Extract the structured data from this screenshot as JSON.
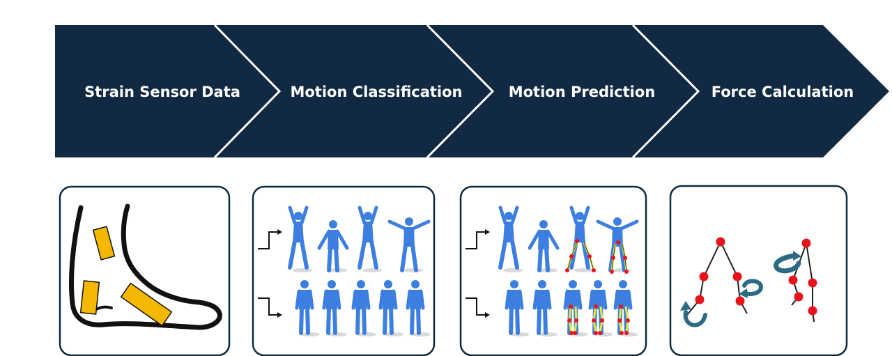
{
  "pipeline": {
    "steps": [
      {
        "label": "Strain Sensor Data"
      },
      {
        "label": "Motion Classification"
      },
      {
        "label": "Motion Prediction"
      },
      {
        "label": "Force Calculation"
      }
    ]
  },
  "colors": {
    "chevron": "#112943",
    "separator": "#ffffff",
    "panel_border": "#0f2a3d",
    "sensor": "#f5b800",
    "body_figure": "#3d7fe0",
    "joint": "#e8141c",
    "skeleton_bone": "#1f1f1f",
    "predicted_bone": "#e8e83a",
    "torque_arrow": "#2b6a84"
  },
  "panels": [
    {
      "id": "sensor",
      "icon": "foot-with-strain-sensors-icon"
    },
    {
      "id": "classification",
      "icon": "human-motion-figures-icon"
    },
    {
      "id": "prediction",
      "icon": "human-motion-figures-with-joints-icon"
    },
    {
      "id": "force",
      "icon": "leg-skeleton-with-torque-icon"
    }
  ]
}
